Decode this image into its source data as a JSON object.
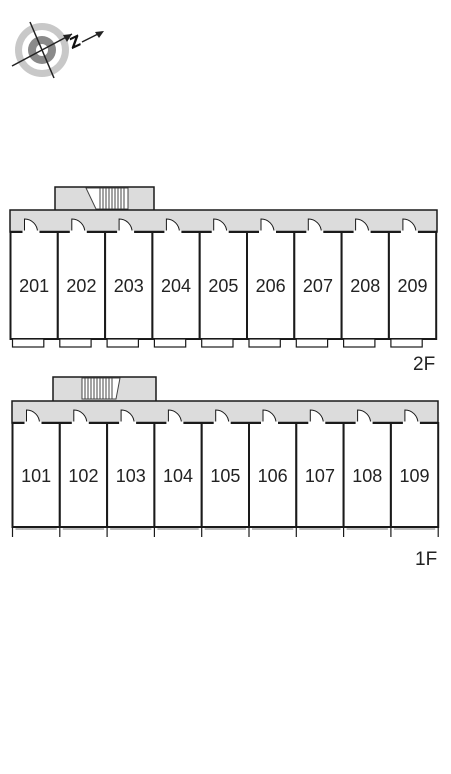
{
  "compass": {
    "letter": "Z"
  },
  "floors": [
    {
      "label": "2F",
      "units": [
        "201",
        "202",
        "203",
        "204",
        "205",
        "206",
        "207",
        "208",
        "209"
      ]
    },
    {
      "label": "1F",
      "units": [
        "101",
        "102",
        "103",
        "104",
        "105",
        "106",
        "107",
        "108",
        "109"
      ]
    }
  ],
  "colors": {
    "corridor": "#dcdcdc",
    "wall": "#1a1a1a",
    "stairs": "#444444"
  }
}
